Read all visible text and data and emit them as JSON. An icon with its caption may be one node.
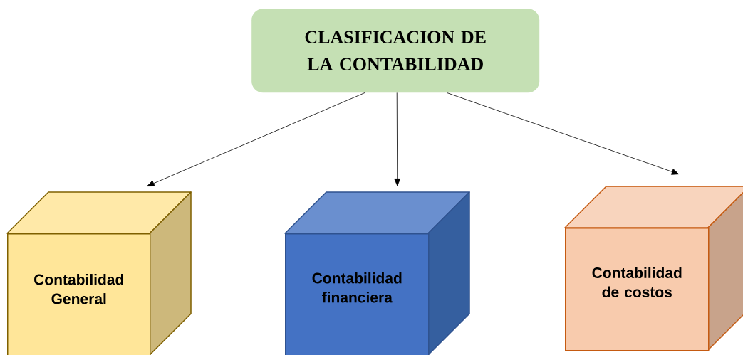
{
  "diagram": {
    "nodes": [
      {
        "text": [
          "CLASIFICACION DE LA CONTABILIDAD"
        ]
      },
      {
        "text": [
          "Contabilidad General"
        ]
      },
      {
        "text": [
          "Contabilidad financiera"
        ]
      },
      {
        "text": [
          "Contabilidad de costos"
        ]
      }
    ],
    "edges": [
      {
        "from": 0,
        "to": 1,
        "arrow": "to"
      },
      {
        "from": 0,
        "to": 2,
        "arrow": "to"
      },
      {
        "from": 0,
        "to": 3,
        "arrow": "to"
      }
    ]
  }
}
